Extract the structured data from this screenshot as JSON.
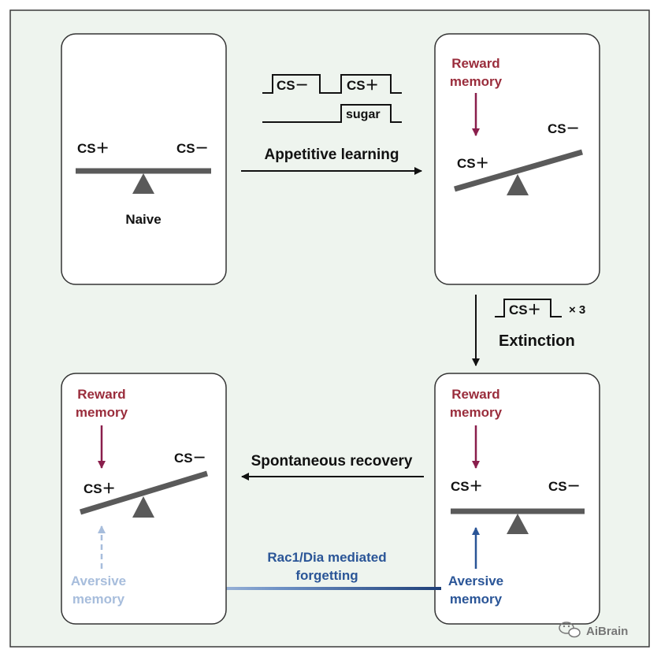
{
  "colors": {
    "background": "#eef4ee",
    "panel": "#ffffff",
    "beam": "#5a5a5a",
    "reward": "#9a2d3c",
    "aversive": "#2a5597",
    "aversive_faded": "#a7bddc",
    "arrow": "#111111"
  },
  "panels": {
    "naive": {
      "cs_plus": "CS＋",
      "cs_minus": "CS－",
      "label": "Naive"
    },
    "learned": {
      "reward_line1": "Reward",
      "reward_line2": "memory",
      "cs_plus": "CS＋",
      "cs_minus": "CS－"
    },
    "extinguished": {
      "reward_line1": "Reward",
      "reward_line2": "memory",
      "cs_plus": "CS＋",
      "cs_minus": "CS－",
      "aversive_line1": "Aversive",
      "aversive_line2": "memory"
    },
    "recovered": {
      "reward_line1": "Reward",
      "reward_line2": "memory",
      "cs_plus": "CS＋",
      "cs_minus": "CS－",
      "aversive_line1": "Aversive",
      "aversive_line2": "memory"
    }
  },
  "protocol": {
    "cs_minus": "CS－",
    "cs_plus": "CS＋",
    "sugar": "sugar",
    "extinction_cs": "CS＋",
    "repeat": "× 3"
  },
  "transitions": {
    "learning": "Appetitive learning",
    "extinction": "Extinction",
    "recovery": "Spontaneous recovery",
    "forgetting_line1": "Rac1/Dia mediated",
    "forgetting_line2": "forgetting"
  },
  "watermark": {
    "text": "AiBrain",
    "icon": "wechat-icon"
  }
}
